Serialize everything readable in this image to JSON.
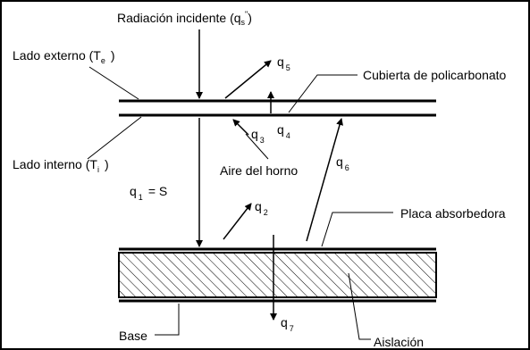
{
  "diagram": {
    "labels": {
      "radiacion": "Radiación incidente (q",
      "radiacion_sub": "s",
      "radiacion_sup": "\"",
      "radiacion_close": ")",
      "lado_externo": "Lado externo (T",
      "lado_externo_sub": "e",
      "lado_externo_close": ")",
      "lado_interno": "Lado interno (T",
      "lado_interno_sub": "i",
      "lado_interno_close": ")",
      "cubierta": "Cubierta de policarbonato",
      "aire": "Aire del horno",
      "placa": "Placa absorbedora",
      "base": "Base",
      "aislacion": "Aislación",
      "q_symbol": "q",
      "q1_sub": "1",
      "q1_eq": "= S",
      "q2_sub": "2",
      "q3_sub": "3",
      "q4_sub": "4",
      "q5_sub": "5",
      "q6_sub": "6",
      "q7_sub": "7"
    }
  }
}
